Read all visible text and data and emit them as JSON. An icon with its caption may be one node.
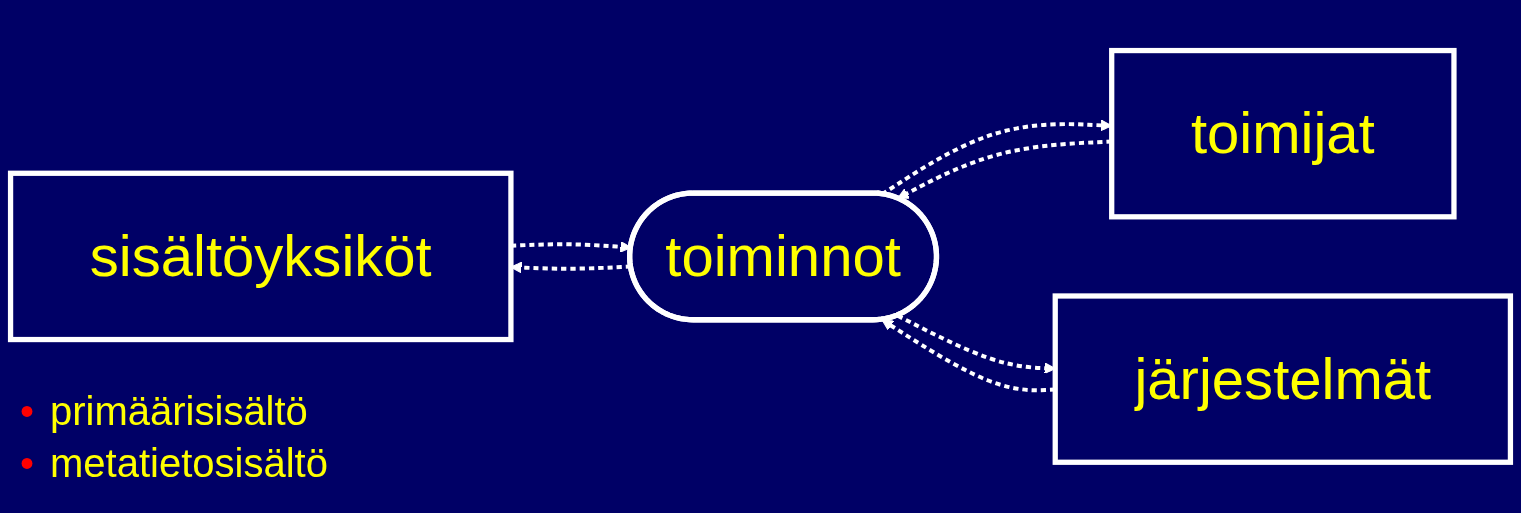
{
  "diagram": {
    "nodes": [
      {
        "text": [
          "sisältöyksiköt"
        ]
      },
      {
        "text": [
          "toiminnot"
        ]
      },
      {
        "text": [
          "toimijat"
        ]
      },
      {
        "text": [
          "järjestelmät"
        ]
      }
    ],
    "edges": [
      {
        "from": 0,
        "to": 1,
        "arrow": "to",
        "style": "dashed"
      },
      {
        "from": 1,
        "to": 0,
        "arrow": "to",
        "style": "dashed"
      },
      {
        "from": 1,
        "to": 2,
        "arrow": "to",
        "style": "dashed"
      },
      {
        "from": 2,
        "to": 1,
        "arrow": "to",
        "style": "dashed"
      },
      {
        "from": 1,
        "to": 3,
        "arrow": "to",
        "style": "dashed"
      },
      {
        "from": 3,
        "to": 1,
        "arrow": "to",
        "style": "dashed"
      }
    ],
    "labels": [
      "•",
      "primäärisisältö",
      "•",
      "metatietosisältö"
    ]
  }
}
